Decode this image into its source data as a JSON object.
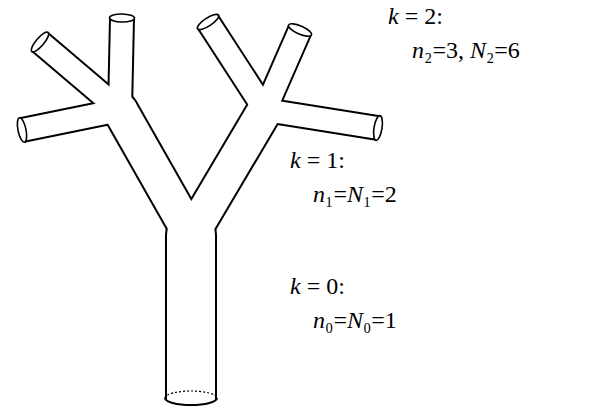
{
  "diagram": {
    "labels": [
      "k = 2:",
      "n₂=3, N₂=6",
      "k = 1:",
      "n₁=N₁=2",
      "k = 0:",
      "n₀=N₀=1"
    ]
  }
}
